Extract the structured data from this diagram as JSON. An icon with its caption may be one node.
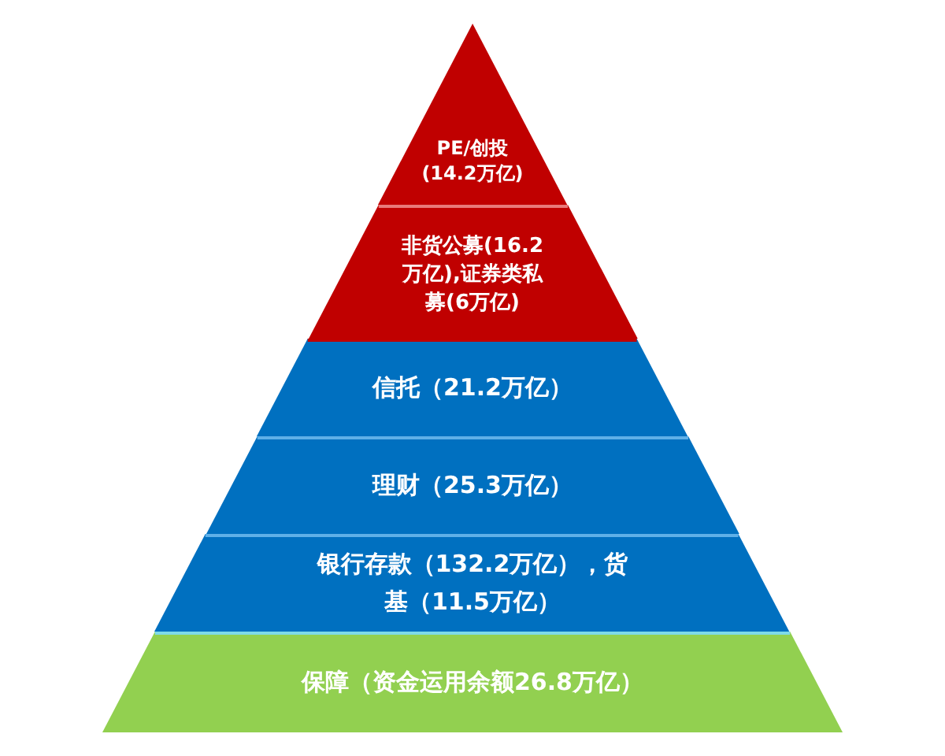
{
  "diagram": {
    "nodes": [
      {
        "text": [
          "PE/创投(14.2万亿)"
        ]
      },
      {
        "text": [
          "非货公募(16.2万亿),证券类私募(6万亿)"
        ]
      },
      {
        "text": [
          "信托（21.2万亿）"
        ]
      },
      {
        "text": [
          "理财（25.3万亿）"
        ]
      },
      {
        "text": [
          "银行存款（132.2万亿），货基（11.5万亿）"
        ]
      },
      {
        "text": [
          "保障（资金运用余额26.8万亿）"
        ]
      }
    ]
  }
}
